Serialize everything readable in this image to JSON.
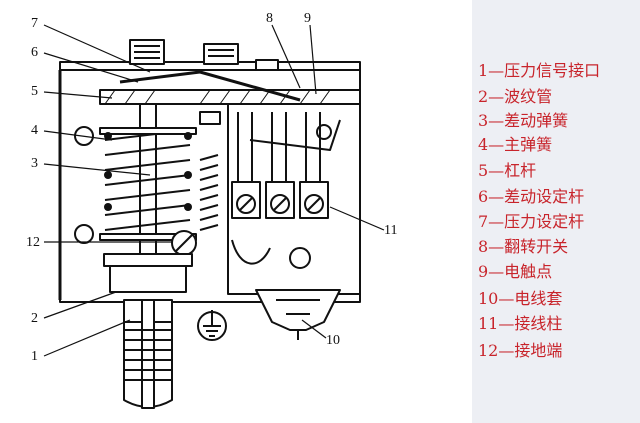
{
  "diagram": {
    "callouts": [
      {
        "id": "7",
        "label": "7"
      },
      {
        "id": "6",
        "label": "6"
      },
      {
        "id": "5",
        "label": "5"
      },
      {
        "id": "4",
        "label": "4"
      },
      {
        "id": "3",
        "label": "3"
      },
      {
        "id": "12",
        "label": "12"
      },
      {
        "id": "2",
        "label": "2"
      },
      {
        "id": "1",
        "label": "1"
      },
      {
        "id": "8",
        "label": "8"
      },
      {
        "id": "9",
        "label": "9"
      },
      {
        "id": "11",
        "label": "11"
      },
      {
        "id": "10",
        "label": "10"
      }
    ],
    "legend": [
      "1—压力信号接口",
      "2—波纹管",
      "3—差动弹簧",
      "4—主弹簧",
      "5—杠杆",
      "6—差动设定杆",
      "7—压力设定杆",
      "8—翻转开关",
      "9—电触点",
      "10—电线套",
      "11—接线柱",
      "12—接地端"
    ],
    "colors": {
      "ink": "#111111",
      "legend_text": "#c8242b",
      "sidebar_shade": "#e3e7ee"
    }
  }
}
